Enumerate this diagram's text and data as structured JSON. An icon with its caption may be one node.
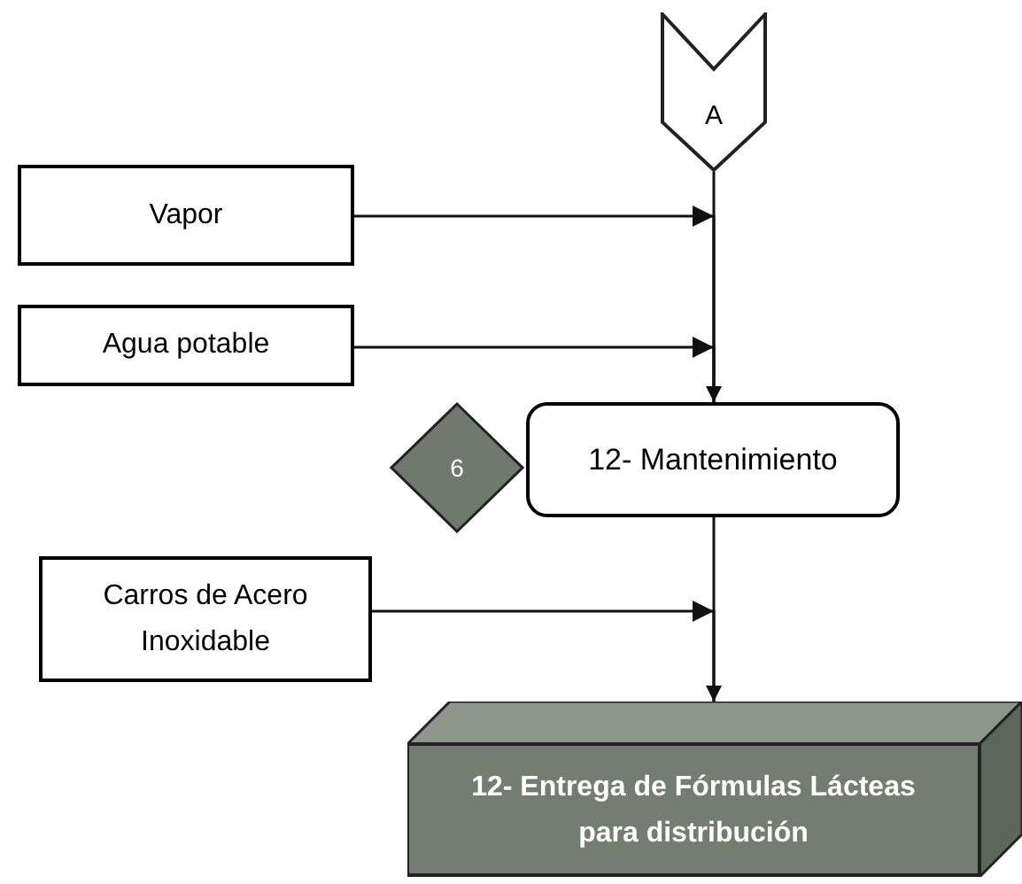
{
  "diagram": {
    "nodes": [
      {
        "text": [
          "A"
        ]
      },
      {
        "text": [
          "Vapor"
        ]
      },
      {
        "text": [
          "Agua potable"
        ]
      },
      {
        "text": [
          "6"
        ]
      },
      {
        "text": [
          "12- Mantenimiento"
        ]
      },
      {
        "text": [
          "Carros de Acero Inoxidable"
        ]
      },
      {
        "text": [
          "12- Entrega de Fórmulas Lácteas para distribución"
        ]
      }
    ],
    "edges": [
      {
        "from": 0,
        "to": 4,
        "arrow": "to"
      },
      {
        "from": 1,
        "to": 4,
        "arrow": "to"
      },
      {
        "from": 2,
        "to": 4,
        "arrow": "to"
      },
      {
        "from": 5,
        "to": 6,
        "arrow": "to"
      },
      {
        "from": 4,
        "to": 6,
        "arrow": "to"
      }
    ]
  }
}
